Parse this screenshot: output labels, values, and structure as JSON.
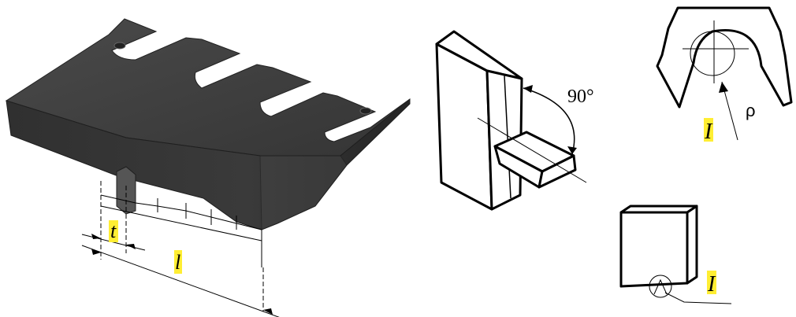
{
  "labels": {
    "thickness": "t",
    "length": "l",
    "angle": "90°",
    "radius": "ρ",
    "detail_top": "I",
    "detail_bottom": "I"
  },
  "colors": {
    "highlight": "#ffee33",
    "plate_top": "#3b3b3b",
    "plate_side": "#2a2a2a",
    "ink": "#000000"
  }
}
